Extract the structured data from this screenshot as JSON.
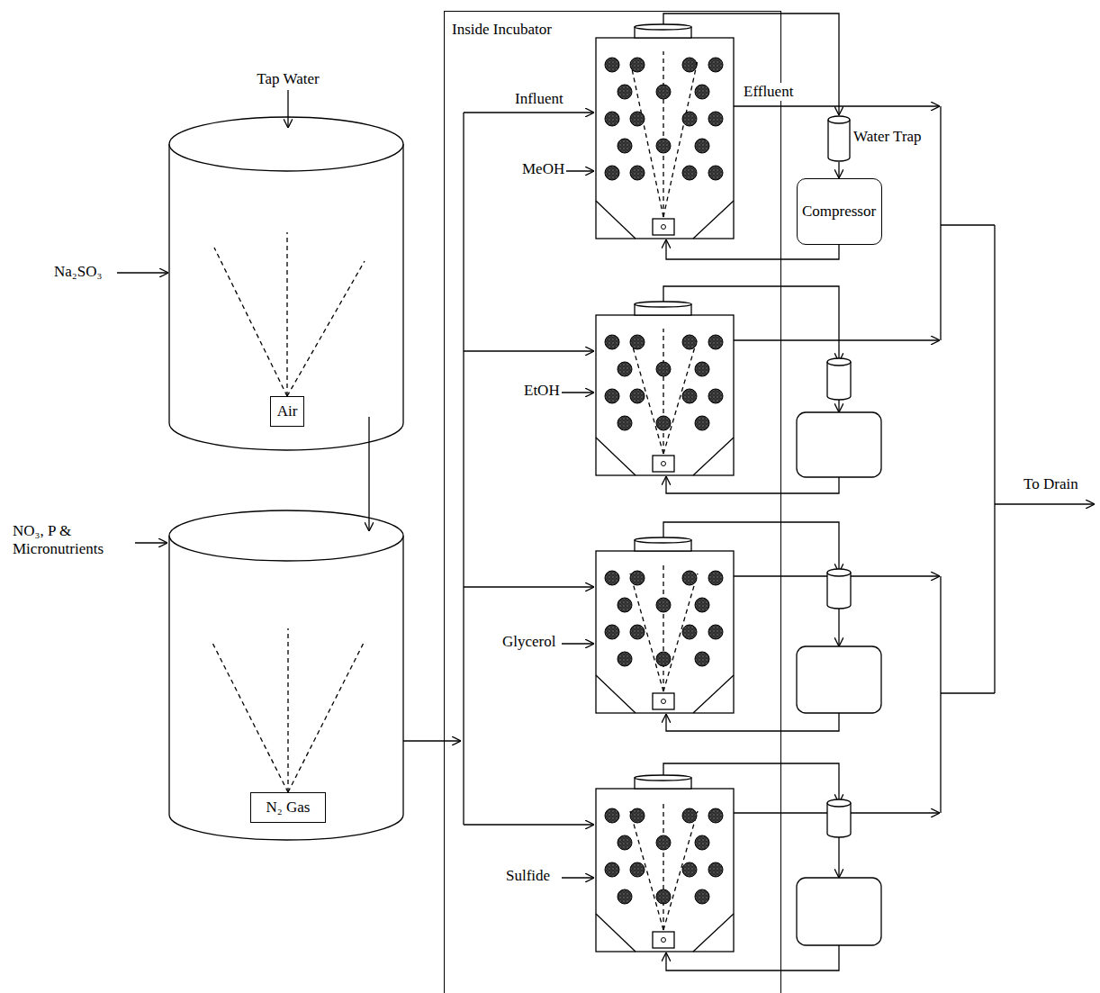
{
  "diagram": {
    "nodes": [
      {
        "text": [
          "Inside Incubator"
        ]
      },
      {
        "text": [
          "Air"
        ]
      },
      {
        "text": [
          "N₂ Gas"
        ]
      },
      {
        "text": [
          "Water Trap"
        ]
      },
      {
        "text": [
          "Compressor"
        ]
      }
    ],
    "edges": [
      {
        "from": 3,
        "to": 4,
        "arrow": "to"
      }
    ],
    "labels": [
      "Tap Water",
      "Na₂SO₃",
      "NO₃, P & Micronutrients",
      "Influent",
      "MeOH",
      "Effluent",
      "EtOH",
      "Glycerol",
      "Sulfide",
      "To Drain"
    ]
  }
}
